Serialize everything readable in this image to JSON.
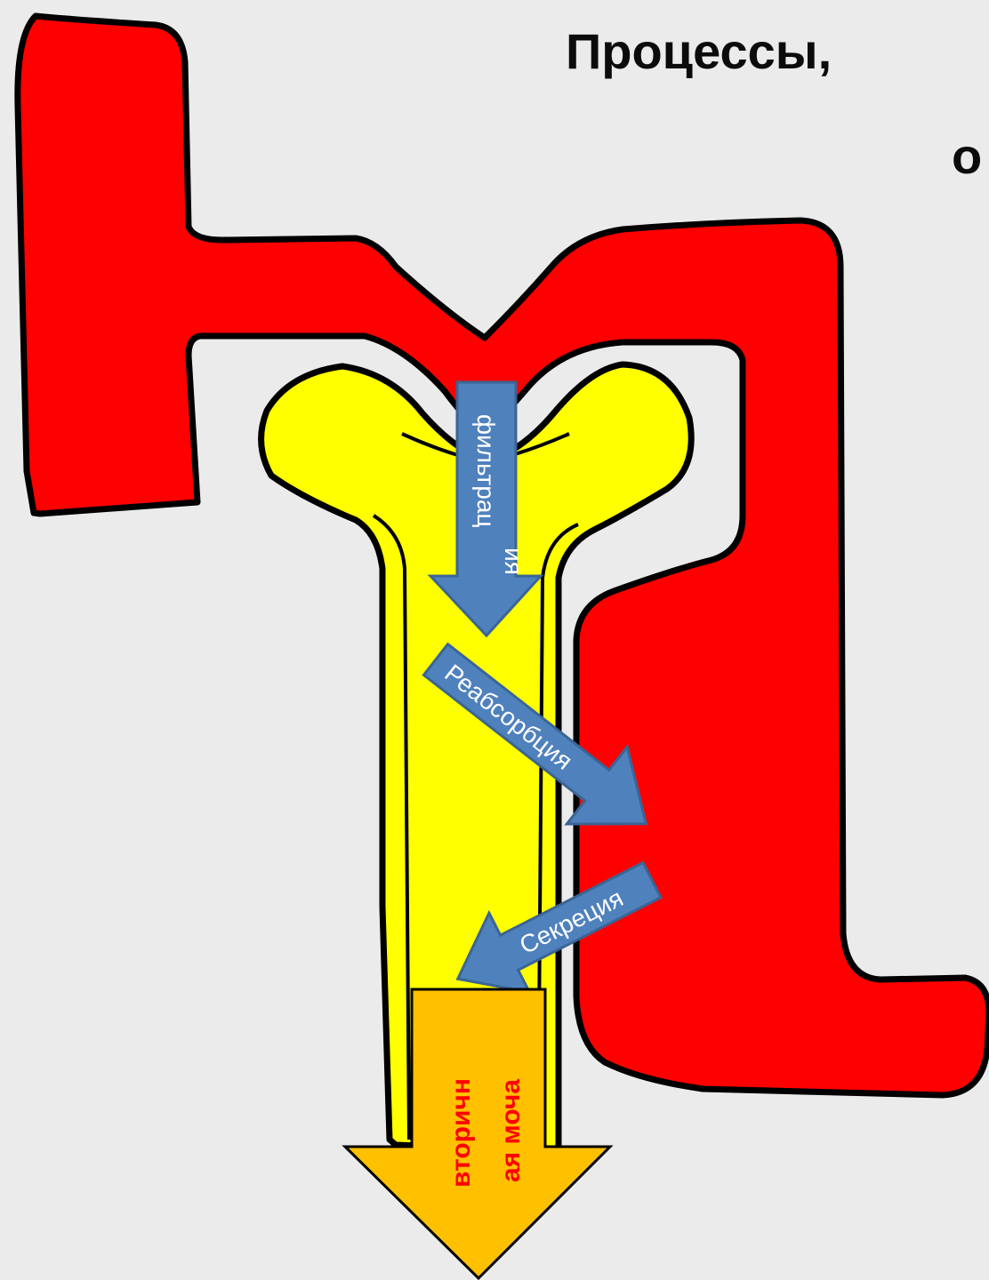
{
  "title": {
    "line1": "Процессы,",
    "line2": "о"
  },
  "labels": {
    "filtration_line1": "фильтрац",
    "filtration_line2": "ия",
    "reabsorption": "Реабсорбция",
    "secretion": "Секреция",
    "urine_line1": "вторичн",
    "urine_line2": "ая моча"
  },
  "colors": {
    "background": "#ebebeb",
    "vessel": "#ff0000",
    "nephron": "#ffff00",
    "process_arrow": "#4f81bd",
    "urine_arrow": "#ffc000",
    "urine_text": "#ff0000",
    "process_text": "#ffffff",
    "outline": "#000000"
  }
}
